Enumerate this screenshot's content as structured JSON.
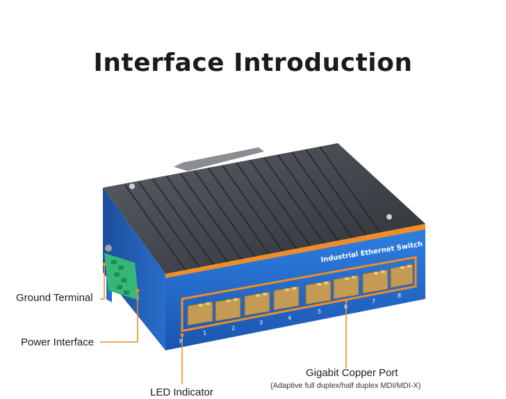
{
  "title": "Interface Introduction",
  "device": {
    "label": "Industrial Ethernet Switch",
    "ports": [
      "1",
      "2",
      "3",
      "4",
      "5",
      "6",
      "7",
      "8"
    ],
    "led_mark": "P"
  },
  "callouts": {
    "ground_terminal": "Ground Terminal",
    "power_interface": "Power Interface",
    "led_indicator": "LED Indicator",
    "copper_port": "Gigabit Copper Port",
    "copper_port_note": "(Adaptive full duplex/half duplex MDI/MDI-X)"
  },
  "colors": {
    "accent": "#f28c28",
    "panel": "#1f6fd6",
    "body": "#3a3d42"
  }
}
